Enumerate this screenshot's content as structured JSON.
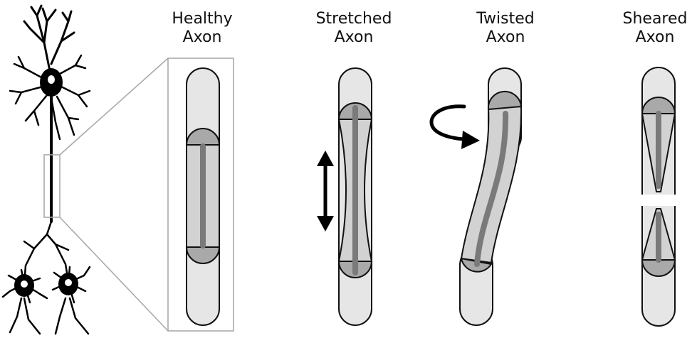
{
  "labels": {
    "healthy": {
      "line1": "Healthy",
      "line2": "Axon"
    },
    "stretched": {
      "line1": "Stretched",
      "line2": "Axon"
    },
    "twisted": {
      "line1": "Twisted",
      "line2": "Axon"
    },
    "sheared": {
      "line1": "Sheared",
      "line2": "Axon"
    }
  },
  "colors": {
    "outline": "#111111",
    "axon_fill": "#e6e6e6",
    "node_fill": "#a9a9a9",
    "core": "#7a7a7a",
    "neuron": "#000000",
    "zoom_lines": "#aaaaaa"
  },
  "icons": {
    "stretch_arrow": "double-headed-vertical-arrow",
    "twist_arrow": "curved-rotation-arrow"
  }
}
